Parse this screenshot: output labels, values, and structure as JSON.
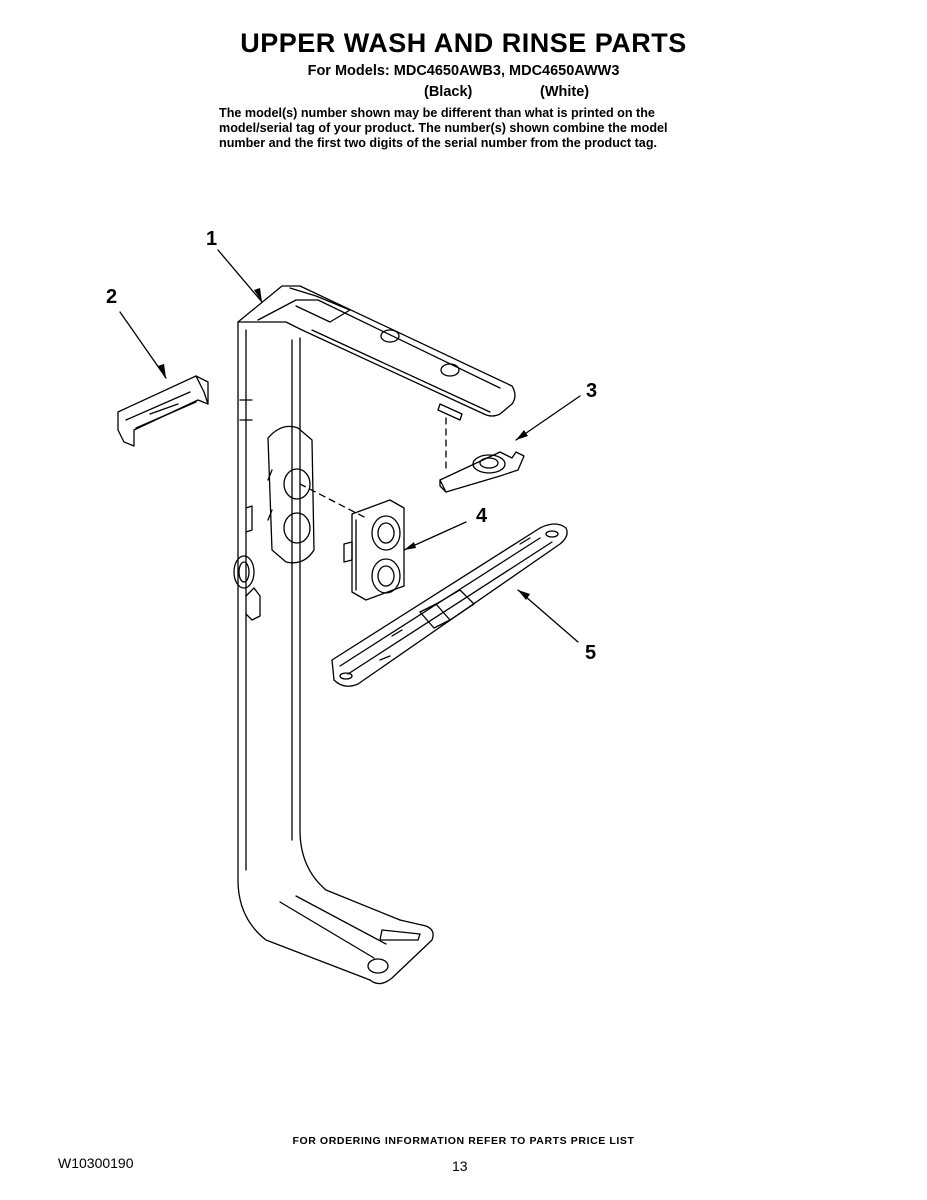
{
  "header": {
    "title": "UPPER WASH AND RINSE PARTS",
    "models": "For Models: MDC4650AWB3, MDC4650AWW3",
    "color_black": "(Black)",
    "color_white": "(White)",
    "note": "The model(s) number shown may be different than what is printed on the model/serial tag of your product. The number(s) shown combine the model number and the first two digits of the serial number from the product tag."
  },
  "callouts": [
    "1",
    "2",
    "3",
    "4",
    "5"
  ],
  "footer": {
    "ordering": "FOR ORDERING INFORMATION REFER TO PARTS PRICE LIST",
    "doc_number": "W10300190",
    "page": "13"
  }
}
